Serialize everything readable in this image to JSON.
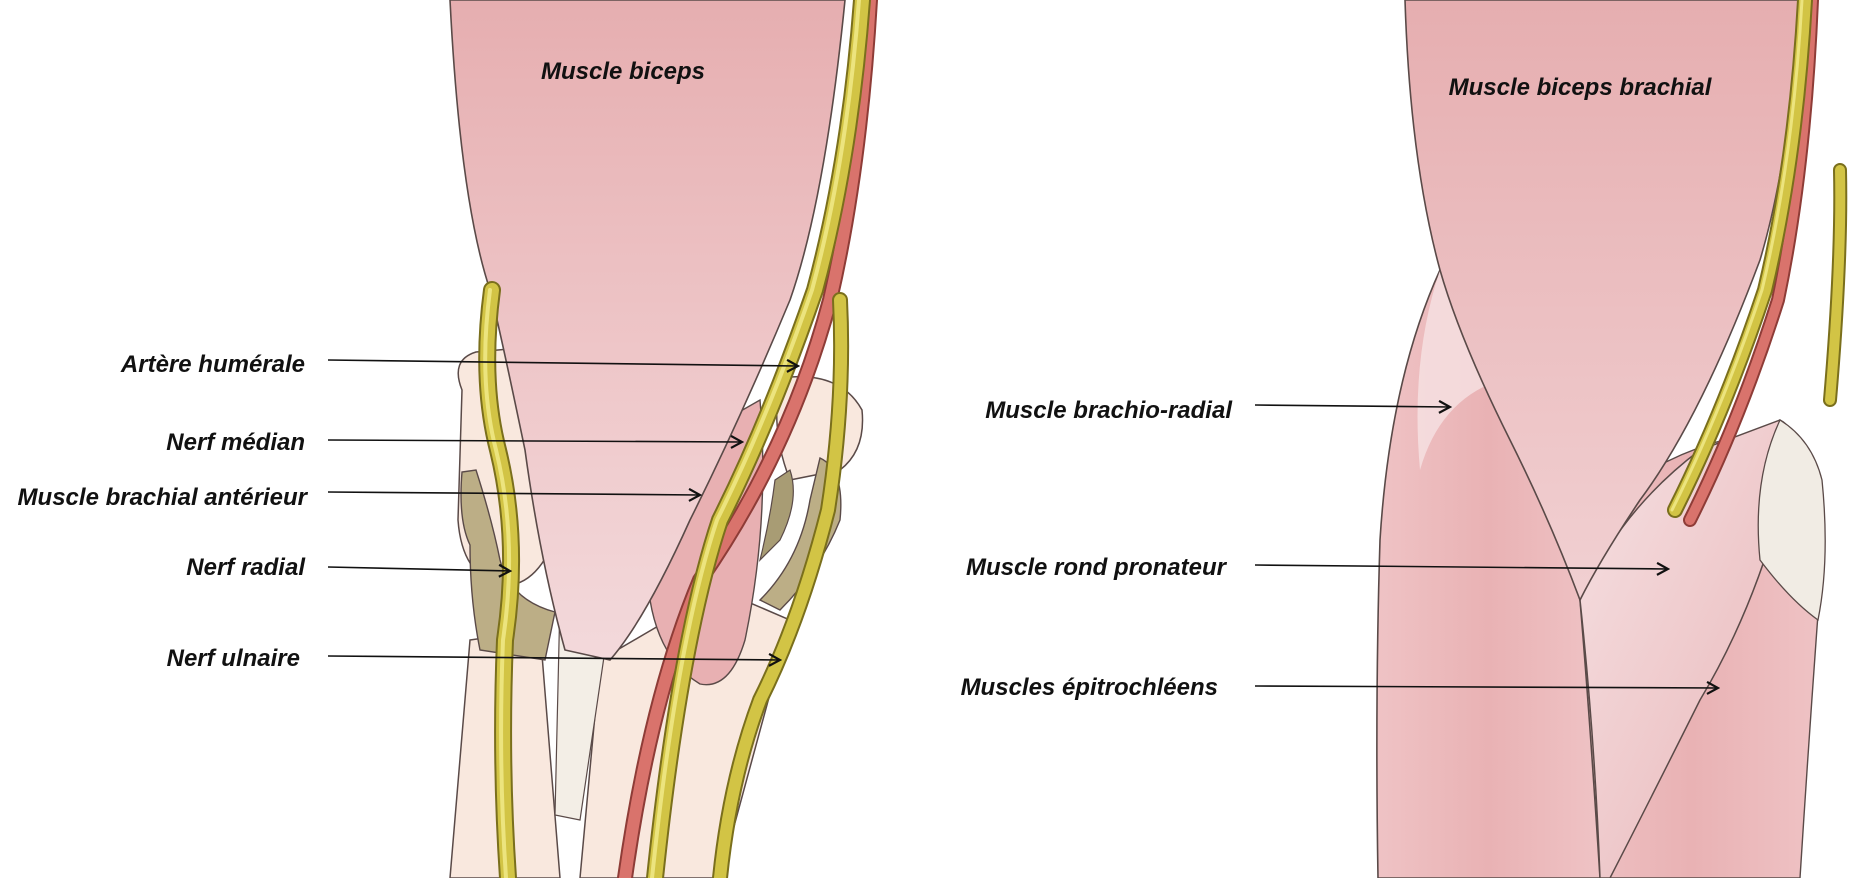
{
  "colors": {
    "muscle": "#e9b4b6",
    "muscle_light": "#f4d8da",
    "nerve": "#c8b83a",
    "nerve_hl": "#ece27a",
    "artery": "#d8706a",
    "bone": "#f8e6dc",
    "ligament": "#b9ac84",
    "outline": "#5a4a48"
  },
  "left_panel": {
    "title": "Muscle biceps",
    "labels": [
      {
        "text": "Artère humérale"
      },
      {
        "text": "Nerf médian"
      },
      {
        "text": "Muscle brachial antérieur"
      },
      {
        "text": "Nerf radial"
      },
      {
        "text": "Nerf ulnaire"
      }
    ]
  },
  "right_panel": {
    "title": "Muscle biceps brachial",
    "labels": [
      {
        "text": "Muscle brachio-radial"
      },
      {
        "text": "Muscle rond pronateur"
      },
      {
        "text": "Muscles épitrochléens"
      }
    ]
  }
}
